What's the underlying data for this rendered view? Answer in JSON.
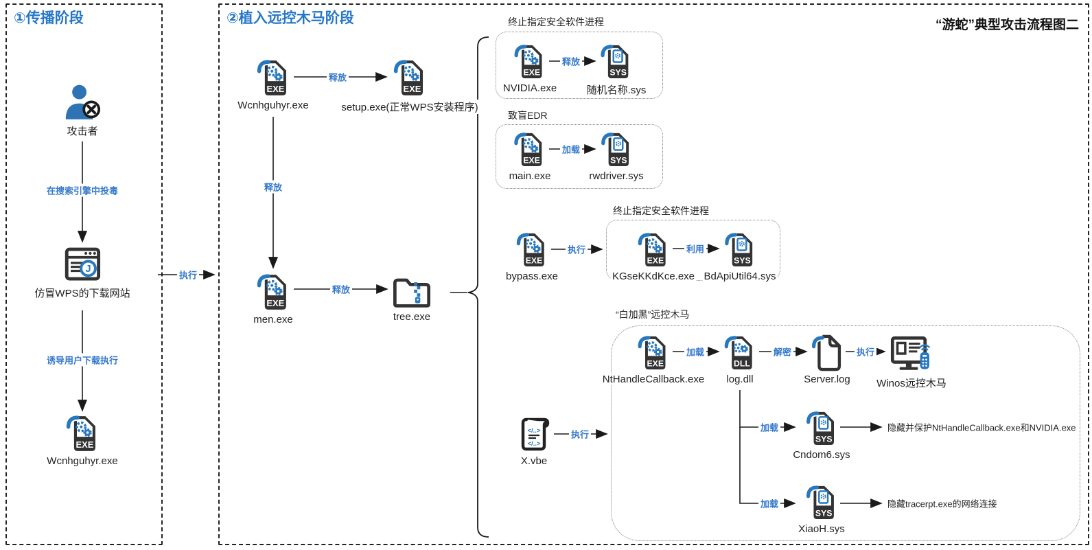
{
  "title": "“游蛇”典型攻击流程图二",
  "stages": {
    "s1": {
      "title": "①传播阶段"
    },
    "s2": {
      "title": "②植入远控木马阶段"
    }
  },
  "badges": {
    "exe": "EXE",
    "sys": "SYS",
    "dll": "DLL"
  },
  "nodes": {
    "attacker": {
      "label": "攻击者"
    },
    "fake_site": {
      "label": "仿冒WPS的下载网站"
    },
    "dropper1": {
      "label": "Wcnhguhyr.exe"
    },
    "dropper2": {
      "label": "Wcnhguhyr.exe"
    },
    "setup": {
      "label": "setup.exe(正常WPS安装程序)"
    },
    "men": {
      "label": "men.exe"
    },
    "tree": {
      "label": "tree.exe"
    },
    "nvidia": {
      "label": "NVIDIA.exe"
    },
    "random_sys": {
      "label": "随机名称.sys"
    },
    "main": {
      "label": "main.exe"
    },
    "rwdriver": {
      "label": "rwdriver.sys"
    },
    "bypass": {
      "label": "bypass.exe"
    },
    "kgse": {
      "label": "KGseKKdKce.exe"
    },
    "bdapi": {
      "label": "BdApiUtil64.sys"
    },
    "nthandle": {
      "label": "NtHandleCallback.exe"
    },
    "logdll": {
      "label": "log.dll"
    },
    "serverlog": {
      "label": "Server.log"
    },
    "winos": {
      "label": "Winos远控木马"
    },
    "xvbe": {
      "label": "X.vbe"
    },
    "cndom6": {
      "label": "Cndom6.sys"
    },
    "xiaoh": {
      "label": "XiaoH.sys"
    }
  },
  "groups": {
    "kill_av_1": {
      "label": "终止指定安全软件进程"
    },
    "blind_edr": {
      "label": "致盲EDR"
    },
    "kill_av_2": {
      "label": "终止指定安全软件进程"
    },
    "white_black": {
      "label": "“白加黑”远控木马"
    }
  },
  "edges": {
    "poison": "在搜索引擎中投毒",
    "induce": "诱导用户下载执行",
    "exec1": "执行",
    "release1": "释放",
    "release2": "释放",
    "release3": "释放",
    "release4": "释放",
    "load1": "加载",
    "exec2": "执行",
    "use1": "利用",
    "load2": "加载",
    "decrypt1": "解密",
    "exec3": "执行",
    "exec4": "执行",
    "load3": "加载",
    "load4": "加载"
  },
  "outcomes": {
    "hide_protect": "隐藏并保护NtHandleCallback.exe和NVIDIA.exe",
    "hide_network": "隐藏tracerpt.exe的网络连接"
  },
  "colors": {
    "icon_blue": "#2878be",
    "label_blue": "#3579cb",
    "dark": "#333333"
  }
}
